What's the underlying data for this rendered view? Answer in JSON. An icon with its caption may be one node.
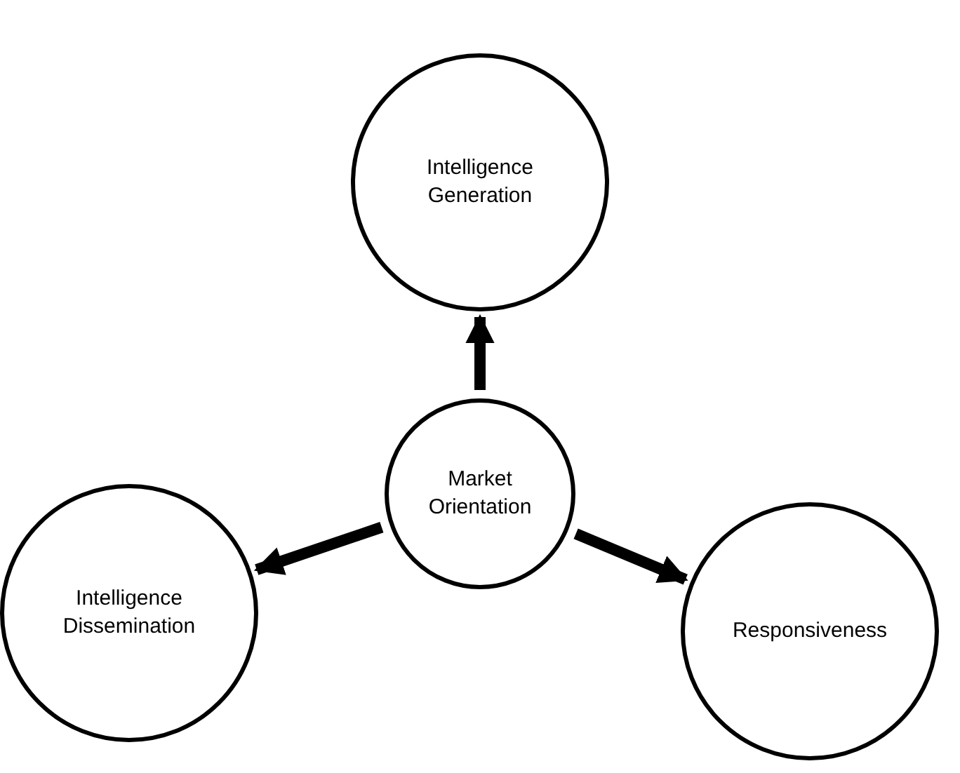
{
  "diagram": {
    "nodes": [
      {
        "text": [
          "Market Orientation"
        ]
      },
      {
        "text": [
          "Intelligence Generation"
        ]
      },
      {
        "text": [
          "Intelligence Dissemination"
        ]
      },
      {
        "text": [
          "Responsiveness"
        ]
      }
    ],
    "edges": [
      {
        "from": 0,
        "to": 1,
        "arrow": "to"
      },
      {
        "from": 0,
        "to": 2,
        "arrow": "to"
      },
      {
        "from": 0,
        "to": 3,
        "arrow": "to"
      }
    ]
  }
}
